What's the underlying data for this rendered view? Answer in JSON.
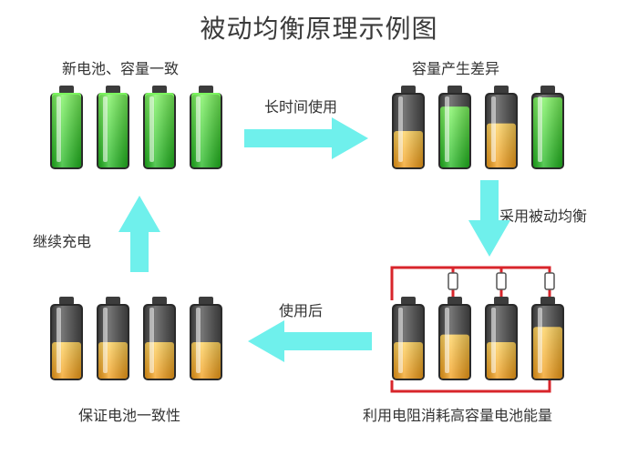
{
  "title": "被动均衡原理示例图",
  "stages": {
    "new": {
      "label": "新电池、容量一致",
      "levels": [
        1,
        1,
        1,
        1
      ]
    },
    "diff": {
      "label": "容量产生差异",
      "levels": [
        0.5,
        0.82,
        0.6,
        0.94
      ]
    },
    "balance": {
      "label": "利用电阻消耗高容量电池能量",
      "levels": [
        0.5,
        0.6,
        0.5,
        0.7
      ]
    },
    "consistent": {
      "label": "保证电池一致性",
      "levels": [
        0.5,
        0.5,
        0.5,
        0.5
      ]
    }
  },
  "arrows": {
    "long_use": "长时间使用",
    "passive": "采用被动均衡",
    "after_use": "使用后",
    "charge": "继续充电"
  },
  "colors": {
    "arrow": "#6ff0ec",
    "green_light": "#7cf55e",
    "green_dark": "#1fb51e",
    "orange_light": "#ffd25a",
    "orange_dark": "#f29b16",
    "circuit": "#d8252b"
  }
}
